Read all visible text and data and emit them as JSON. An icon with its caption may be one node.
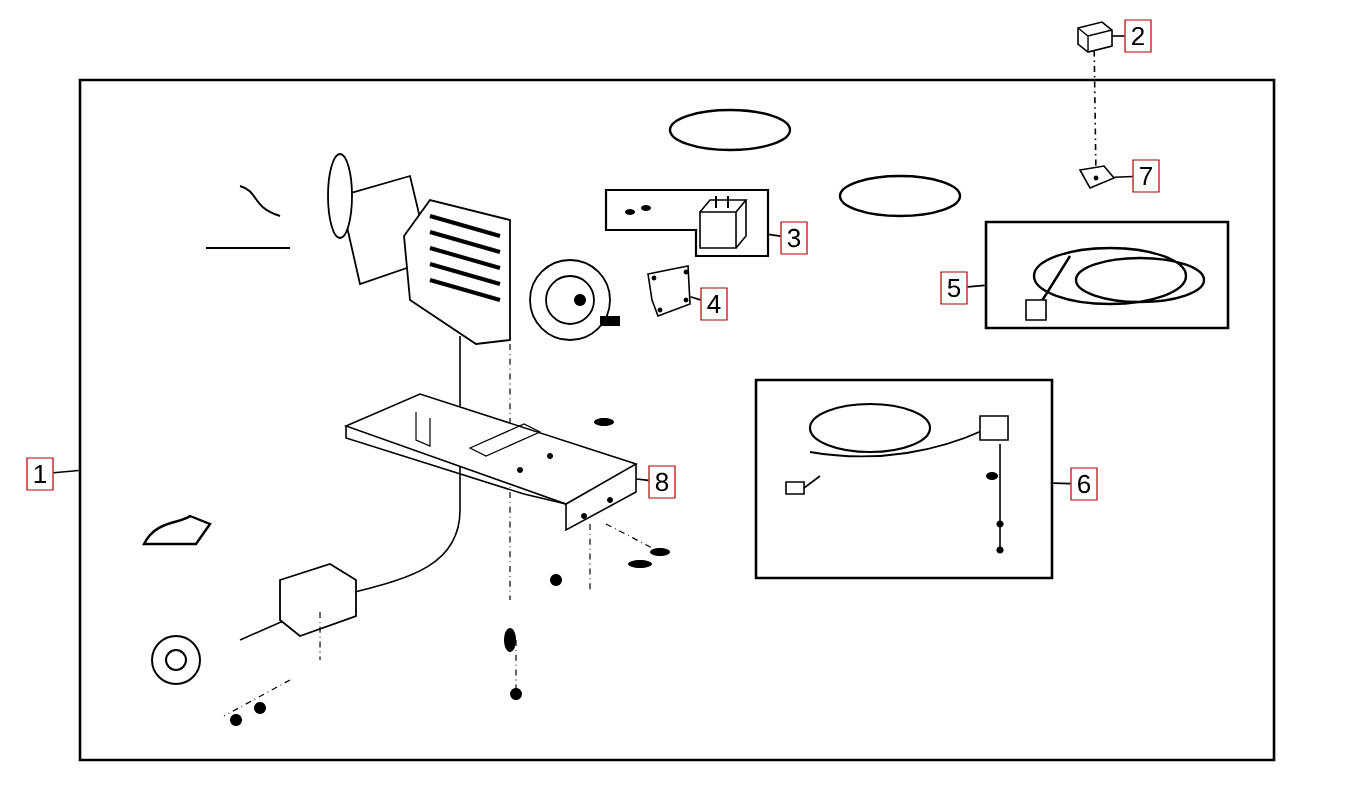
{
  "diagram": {
    "nodes": [
      {
        "text": [],
        "shape": "box"
      },
      {
        "text": [
          "1"
        ]
      },
      {
        "text": [],
        "shape": "picture"
      },
      {
        "text": [
          "2"
        ]
      },
      {
        "text": [],
        "shape": "box",
        "in": 0
      },
      {
        "text": [
          "3"
        ],
        "in": 0
      },
      {
        "text": [],
        "shape": "picture",
        "in": 0
      },
      {
        "text": [
          "4"
        ],
        "in": 0
      },
      {
        "text": [],
        "shape": "box",
        "in": 0
      },
      {
        "text": [
          "5"
        ],
        "in": 0
      },
      {
        "text": [],
        "shape": "box",
        "in": 0
      },
      {
        "text": [
          "6"
        ],
        "in": 0
      },
      {
        "text": [],
        "shape": "picture",
        "in": 0
      },
      {
        "text": [
          "7"
        ],
        "in": 0
      },
      {
        "text": [],
        "shape": "picture",
        "in": 0
      },
      {
        "text": [
          "8"
        ],
        "in": 0
      }
    ],
    "edges": [
      {
        "from": 1,
        "to": 0,
        "arrow": "none"
      },
      {
        "from": 3,
        "to": 2,
        "arrow": "none"
      },
      {
        "from": 2,
        "to": 12,
        "arrow": "none",
        "style": "dashed"
      },
      {
        "from": 5,
        "to": 4,
        "arrow": "none"
      },
      {
        "from": 7,
        "to": 6,
        "arrow": "none"
      },
      {
        "from": 9,
        "to": 8,
        "arrow": "none"
      },
      {
        "from": 11,
        "to": 10,
        "arrow": "none"
      },
      {
        "from": 13,
        "to": 12,
        "arrow": "none"
      },
      {
        "from": 15,
        "to": 14,
        "arrow": "none"
      }
    ]
  }
}
